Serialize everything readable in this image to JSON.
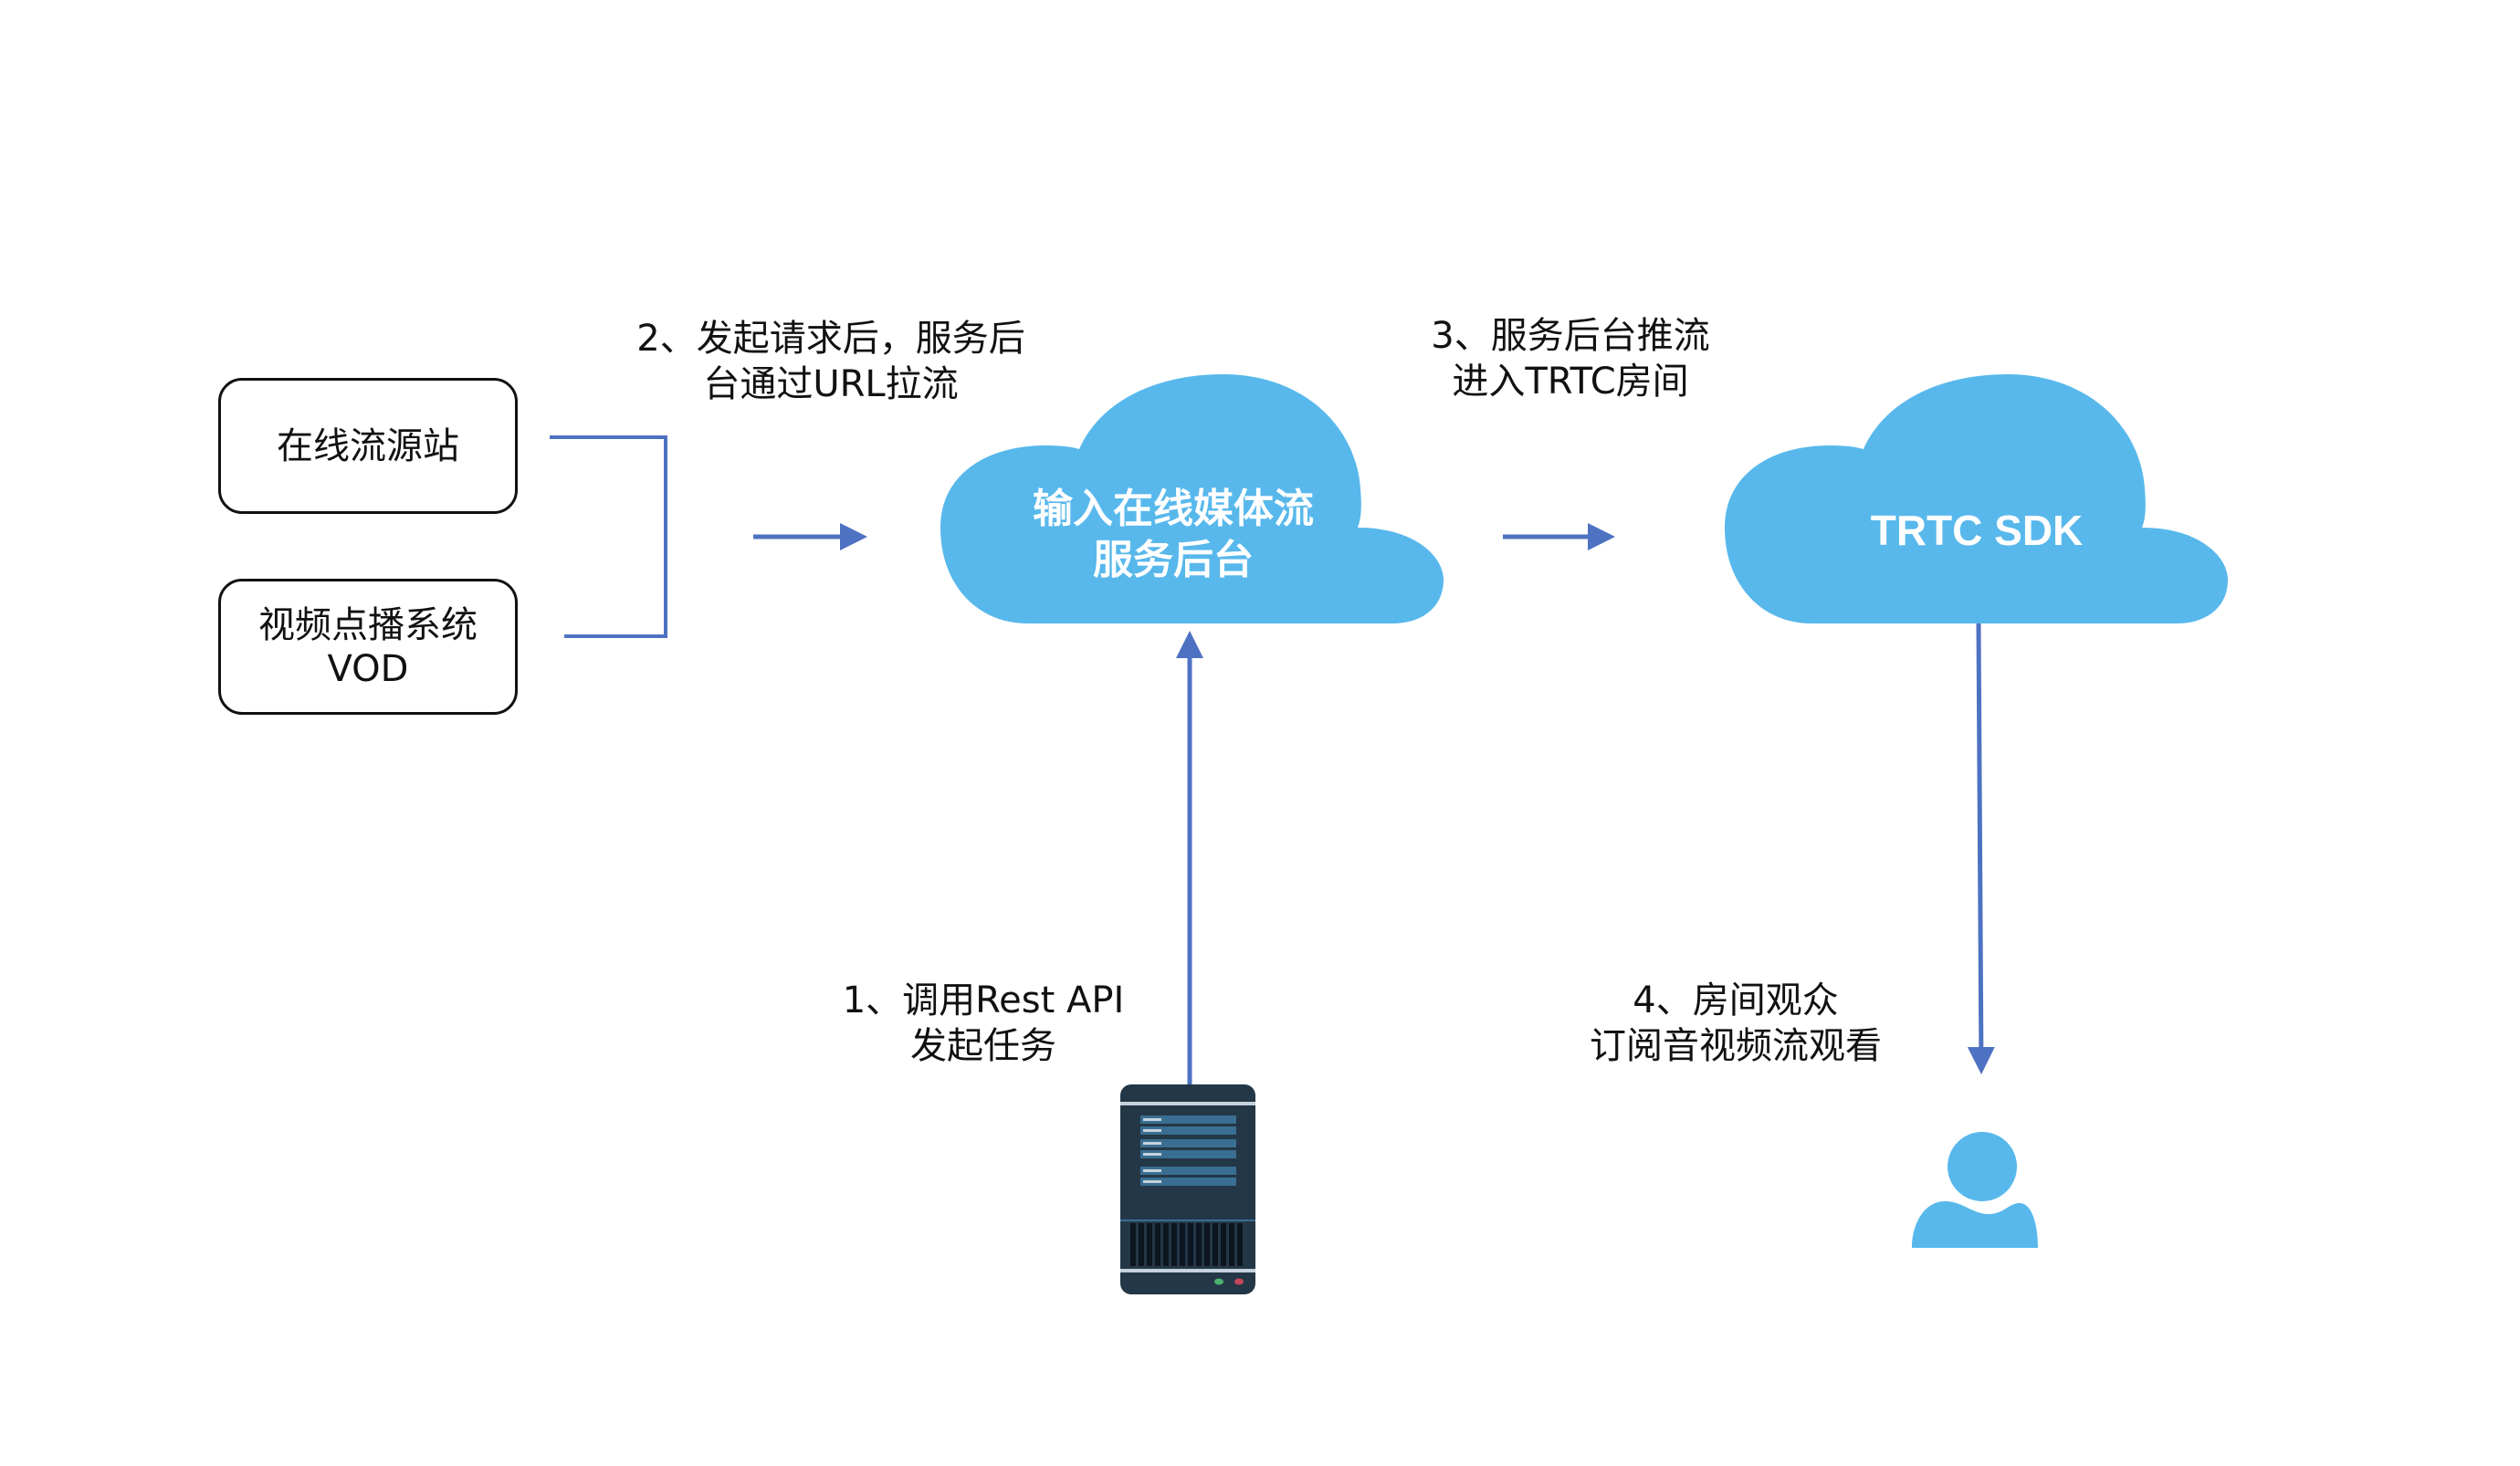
{
  "colors": {
    "cloud": "#58b8ec",
    "arrow": "#4e72c2",
    "box_border": "#111111",
    "server_body": "#243746",
    "server_drive": "#3a6e92",
    "server_stripe": "#c5d2dd",
    "server_grille": "#0c1520",
    "led_green": "#4caf6e",
    "led_red": "#c7455a",
    "user_icon": "#58b8ec"
  },
  "sources": {
    "online_source": {
      "label": "在线流源站"
    },
    "vod_system": {
      "line1": "视频点播系统",
      "line2": "VOD"
    }
  },
  "steps": {
    "step1": {
      "line1": "1、调用Rest API",
      "line2": "发起任务"
    },
    "step2": {
      "line1": "2、发起请求后，服务后",
      "line2": "台通过URL拉流"
    },
    "step3": {
      "line1": "3、服务后台推流",
      "line2": "进入TRTC房间"
    },
    "step4": {
      "line1": "4、房间观众",
      "line2": "订阅音视频流观看"
    }
  },
  "clouds": {
    "backend": {
      "line1": "输入在线媒体流",
      "line2": "服务后台"
    },
    "sdk": {
      "label": "TRTC SDK"
    }
  },
  "icons": {
    "server": "server-icon",
    "viewer": "user-icon"
  }
}
